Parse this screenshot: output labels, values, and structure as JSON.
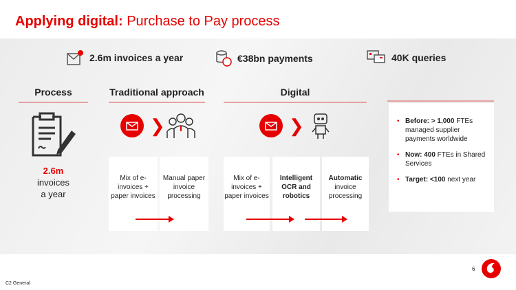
{
  "title": {
    "bold": "Applying digital:",
    "rest": " Purchase to Pay process"
  },
  "stats": [
    {
      "icon": "invoice-envelope-icon",
      "label": "2.6m invoices a year"
    },
    {
      "icon": "coins-icon",
      "label": "€38bn payments"
    },
    {
      "icon": "chat-queries-icon",
      "label": "40K queries"
    }
  ],
  "headers": {
    "process": "Process",
    "traditional": "Traditional approach",
    "digital": "Digital"
  },
  "process": {
    "value": "2.6m",
    "line1": "invoices",
    "line2": "a year"
  },
  "traditional_cards": [
    "Mix of e-invoices + paper invoices",
    "Manual paper invoice processing"
  ],
  "digital_cards": [
    {
      "bold": "",
      "text": "Mix of e-invoices + paper invoices"
    },
    {
      "bold": "Intelligent OCR and robotics",
      "text": ""
    },
    {
      "bold": "Automatic",
      "text": "invoice processing"
    }
  ],
  "bullets": [
    {
      "bold": "Before: > 1,000",
      "text": " FTEs managed supplier payments worldwide"
    },
    {
      "bold": "Now: 400",
      "text": " FTEs in Shared Services"
    },
    {
      "bold": "Target: <100",
      "text": " next year"
    }
  ],
  "footer": {
    "classification": "C2 General",
    "page": "6"
  },
  "colors": {
    "accent": "#e60000"
  }
}
